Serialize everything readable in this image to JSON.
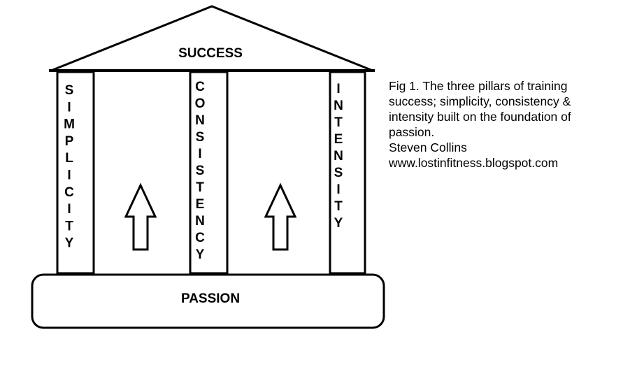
{
  "roof_label": "SUCCESS",
  "foundation_label": "PASSION",
  "pillars": [
    {
      "letters": [
        "S",
        "I",
        "M",
        "P",
        "L",
        "I",
        "C",
        "I",
        "T",
        "Y"
      ]
    },
    {
      "letters": [
        "C",
        "O",
        "N",
        "S",
        "I",
        "S",
        "T",
        "E",
        "N",
        "C",
        "Y"
      ]
    },
    {
      "letters": [
        "I",
        "N",
        "T",
        "E",
        "N",
        "S",
        "I",
        "T",
        "Y"
      ]
    }
  ],
  "caption": {
    "lines": [
      "Fig 1. The three pillars of  training",
      "success; simplicity, consistency &",
      "intensity built on the foundation of",
      "passion.",
      "Steven Collins",
      "www.lostinfitness.blogspot.com"
    ]
  },
  "icons": [
    "up-arrow-icon",
    "up-arrow-icon"
  ]
}
